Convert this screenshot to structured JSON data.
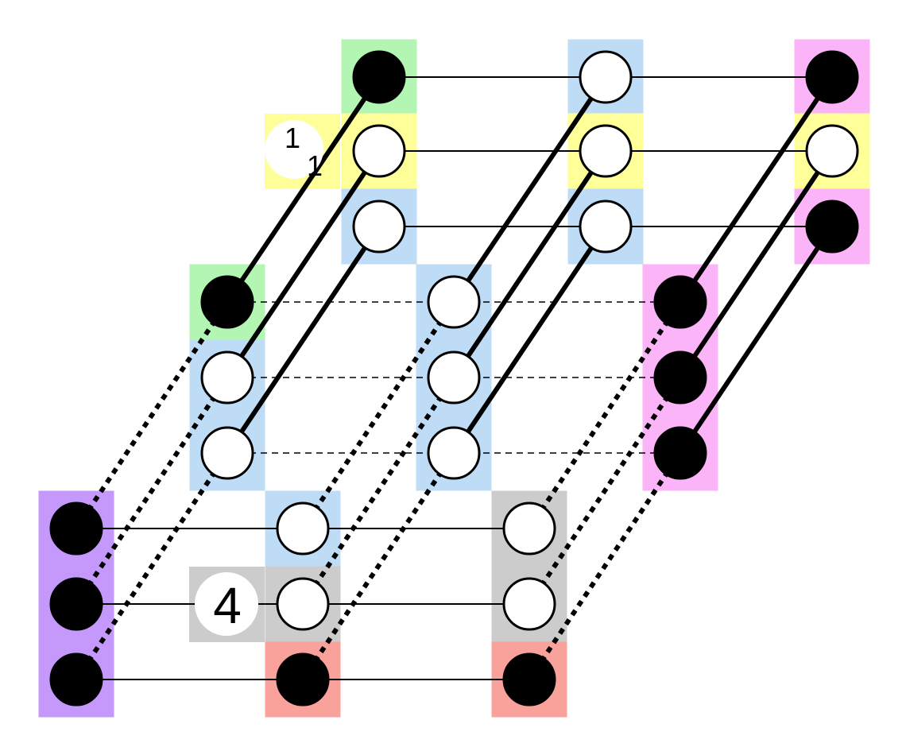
{
  "colors": {
    "green": "#b3f5b3",
    "yellow": "#ffff99",
    "blue": "#bfdcf7",
    "magenta": "#fbb4f8",
    "purple": "#c599fb",
    "gray": "#cccccc",
    "red": "#f9a19b",
    "node_filled": "#000000",
    "node_open": "#ffffff",
    "line": "#000000",
    "label_bg": "#ffffff"
  },
  "labels": {
    "label_one_top": "1",
    "label_one_bottom": "1",
    "label_four": "4"
  }
}
